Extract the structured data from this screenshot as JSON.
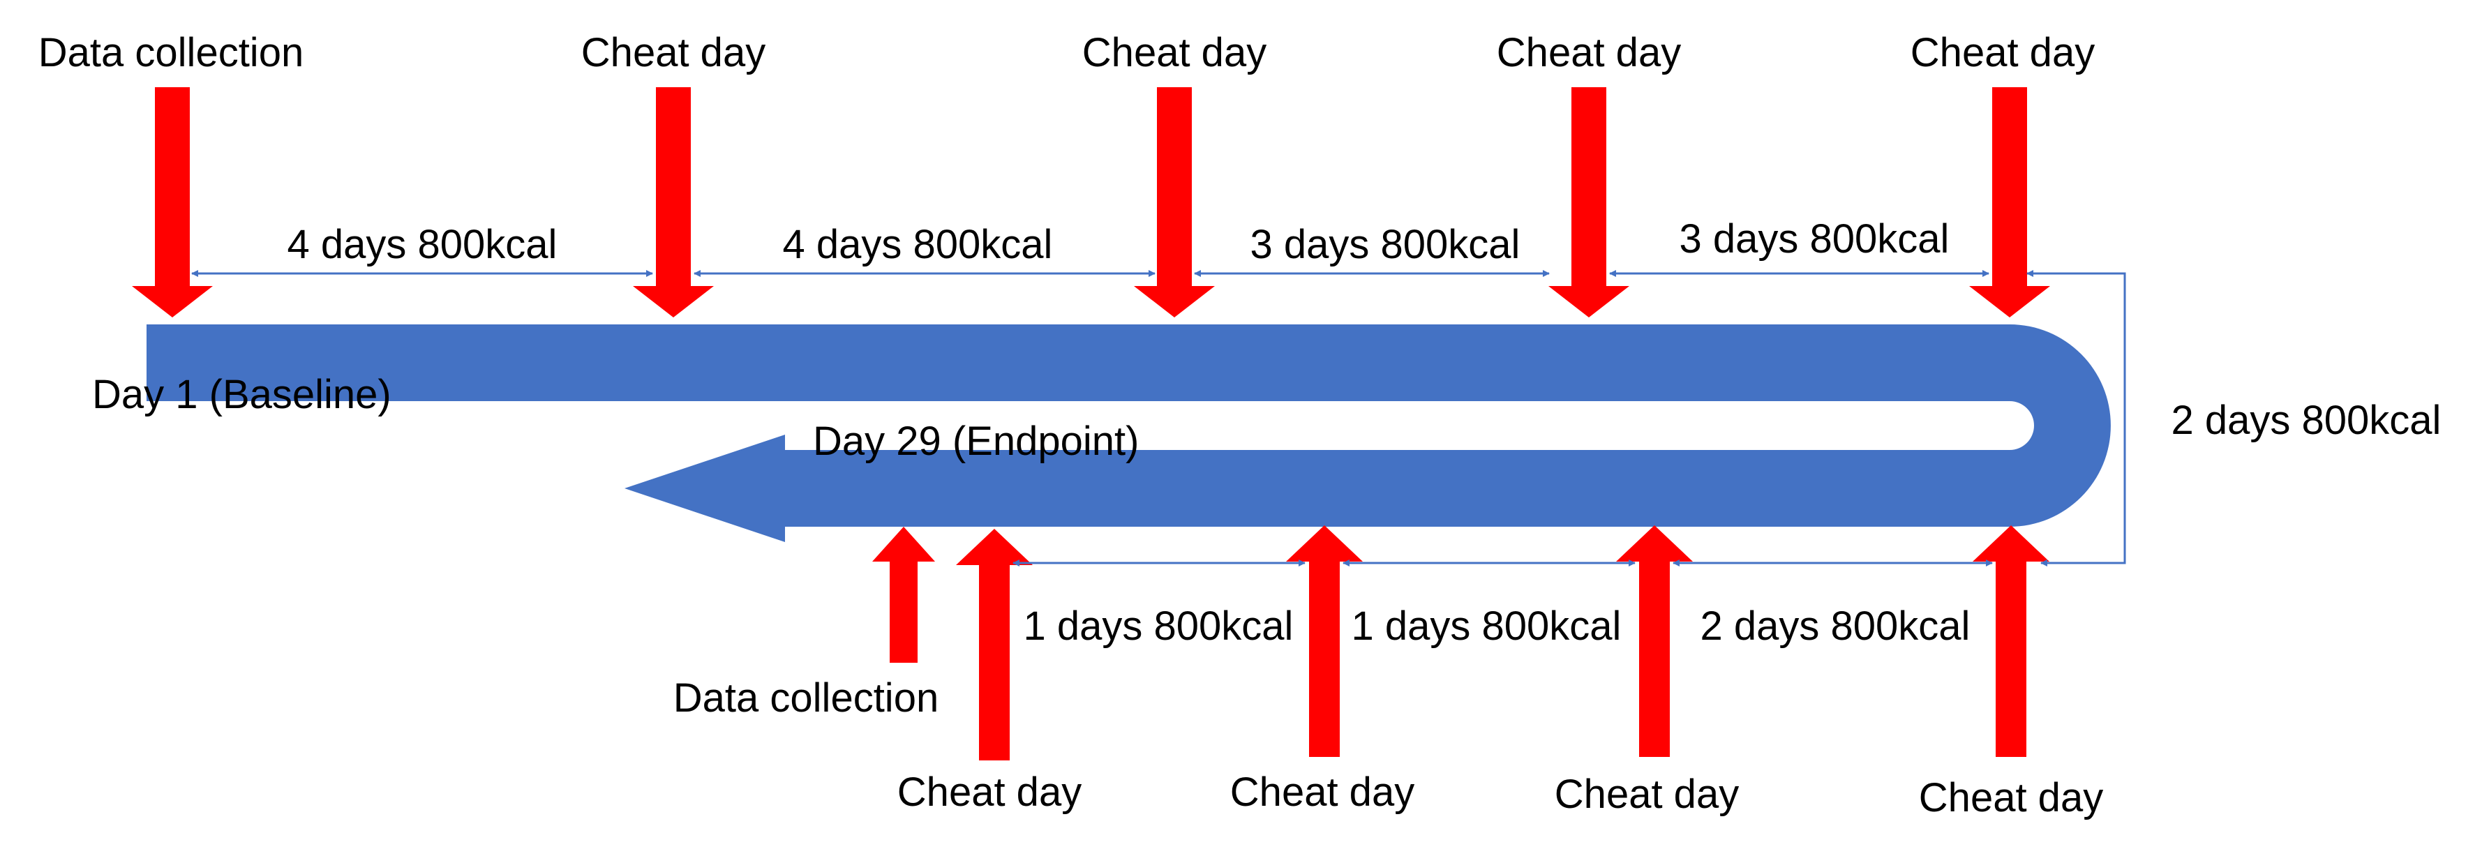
{
  "colors": {
    "track": "#4472C4",
    "marker": "#FF0000",
    "interval": "#4472C4",
    "text": "#000000"
  },
  "labels": {
    "data_collection_start": "Data collection",
    "data_collection_end": "Data collection",
    "day_start": "Day 1 (Baseline)",
    "day_end": "Day 29 (Endpoint)"
  },
  "top_markers": [
    {
      "label": "Cheat day"
    },
    {
      "label": "Cheat day"
    },
    {
      "label": "Cheat day"
    },
    {
      "label": "Cheat day"
    }
  ],
  "bottom_markers": [
    {
      "label": "Cheat day"
    },
    {
      "label": "Cheat day"
    },
    {
      "label": "Cheat day"
    },
    {
      "label": "Cheat day"
    }
  ],
  "top_intervals": [
    {
      "label": "4 days 800kcal"
    },
    {
      "label": "4 days 800kcal"
    },
    {
      "label": "3 days 800kcal"
    },
    {
      "label": "3 days 800kcal"
    }
  ],
  "turn_interval": {
    "label": "2 days 800kcal"
  },
  "bottom_intervals": [
    {
      "label": "1 days 800kcal"
    },
    {
      "label": "1 days 800kcal"
    },
    {
      "label": "2 days 800kcal"
    }
  ]
}
